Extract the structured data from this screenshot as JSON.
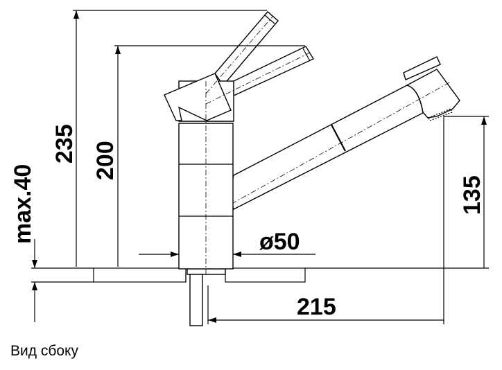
{
  "dimensions": {
    "total_height": "235",
    "spout_height": "200",
    "max_deck": "max.40",
    "diameter": "ø50",
    "reach": "215",
    "outlet_height": "135"
  },
  "caption": "Вид сбоку"
}
